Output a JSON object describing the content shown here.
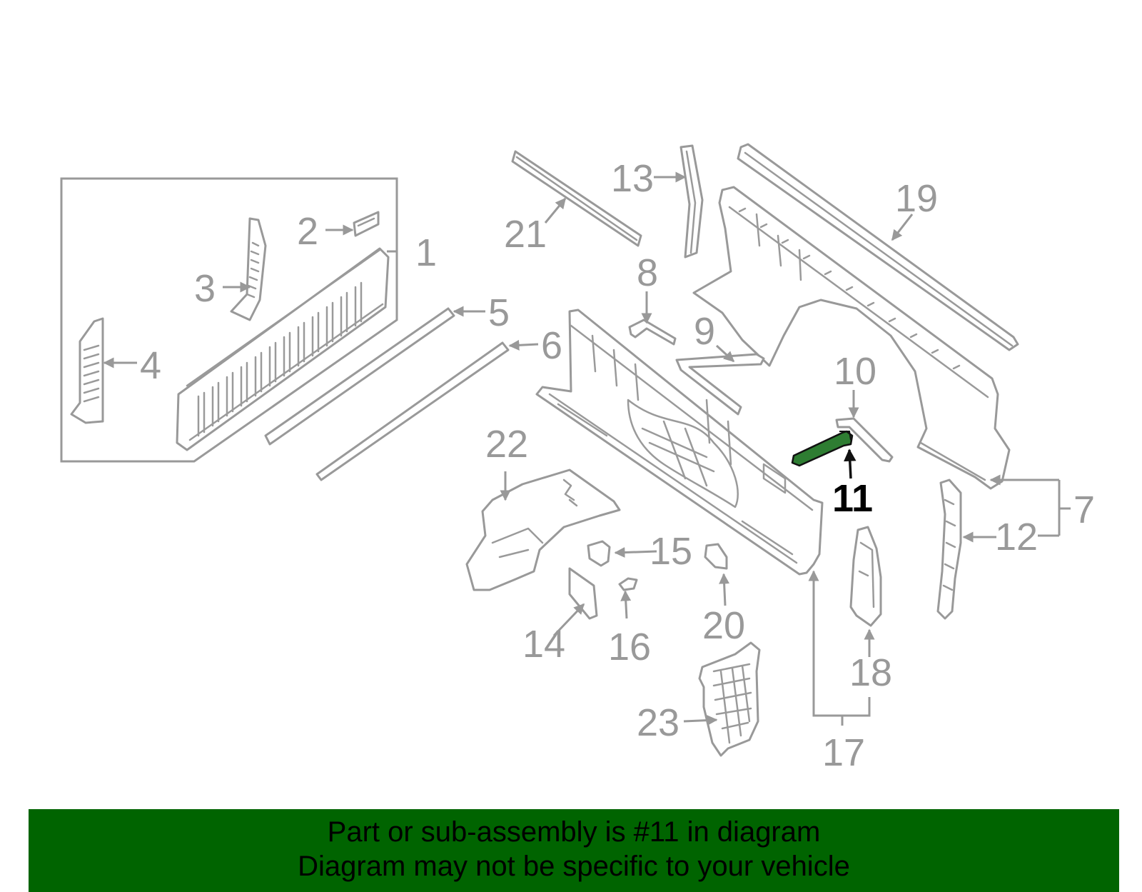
{
  "diagram": {
    "highlighted_part": "11",
    "highlight_color": "#2e7d32",
    "footer_color": "#006400",
    "callouts": [
      "1",
      "2",
      "3",
      "4",
      "5",
      "6",
      "7",
      "8",
      "9",
      "10",
      "11",
      "12",
      "13",
      "14",
      "15",
      "16",
      "17",
      "18",
      "19",
      "20",
      "21",
      "22",
      "23"
    ]
  },
  "footer": {
    "line1": "Part or sub-assembly is #11 in diagram",
    "line2": "Diagram may not be specific to your vehicle"
  }
}
